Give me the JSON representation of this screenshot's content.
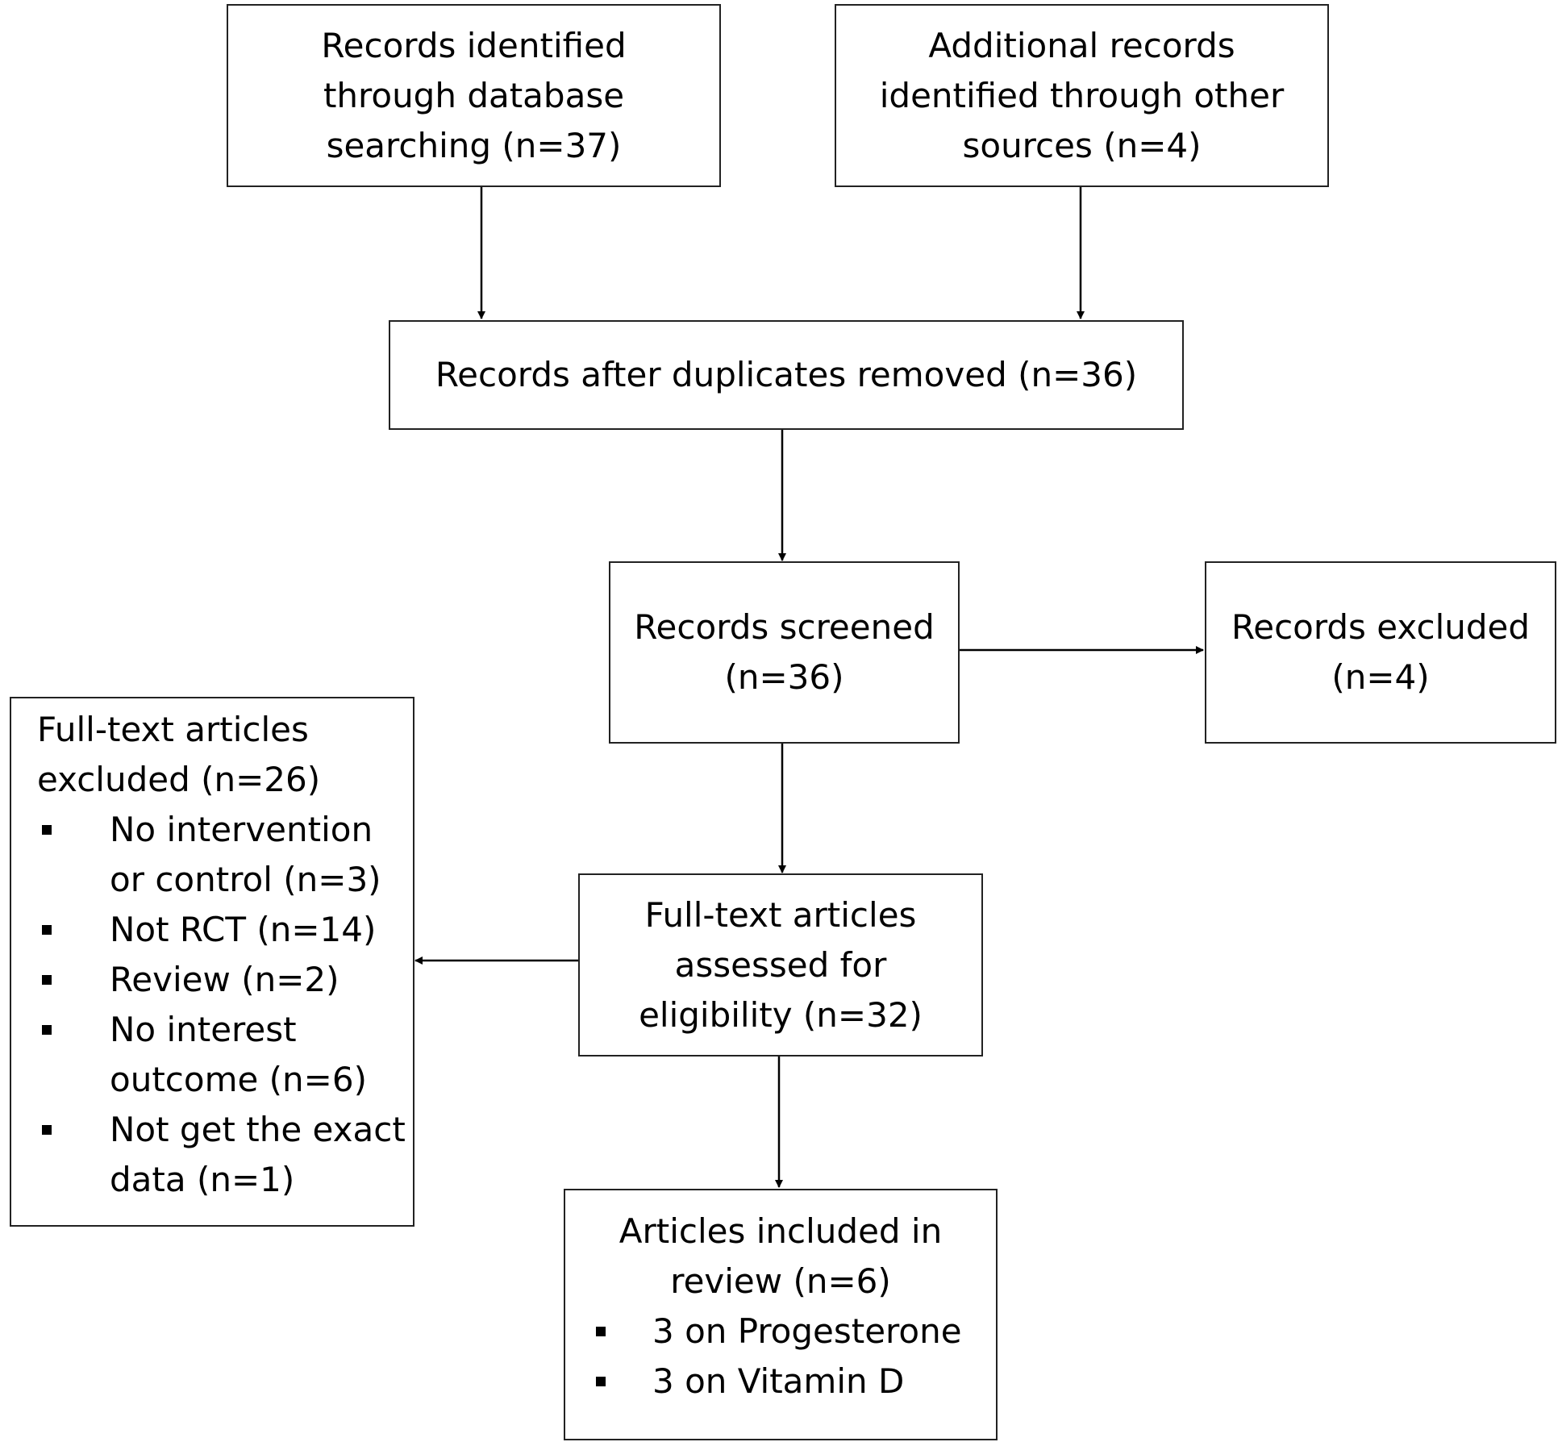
{
  "identification": {
    "database": [
      "Records identified",
      "through database",
      "searching (n=37)"
    ],
    "other": [
      "Additional records",
      "identified through other",
      "sources (n=4)"
    ]
  },
  "deduplicated": "Records after duplicates removed (n=36)",
  "screened": [
    "Records screened",
    "(n=36)"
  ],
  "excluded": [
    "Records excluded",
    "(n=4)"
  ],
  "fulltext_assessed": [
    "Full-text articles",
    "assessed for",
    "eligibility (n=32)"
  ],
  "fulltext_excluded": {
    "heading": [
      "Full-text articles",
      "excluded (n=26)"
    ],
    "reasons": [
      [
        "No intervention",
        "or control (n=3)"
      ],
      [
        "Not RCT (n=14)"
      ],
      [
        "Review (n=2)"
      ],
      [
        "No interest",
        "outcome (n=6)"
      ],
      [
        "Not get the exact",
        "data (n=1)"
      ]
    ]
  },
  "included": {
    "heading": [
      "Articles included in",
      "review (n=6)"
    ],
    "items": [
      "3 on Progesterone",
      "3 on Vitamin D"
    ]
  }
}
